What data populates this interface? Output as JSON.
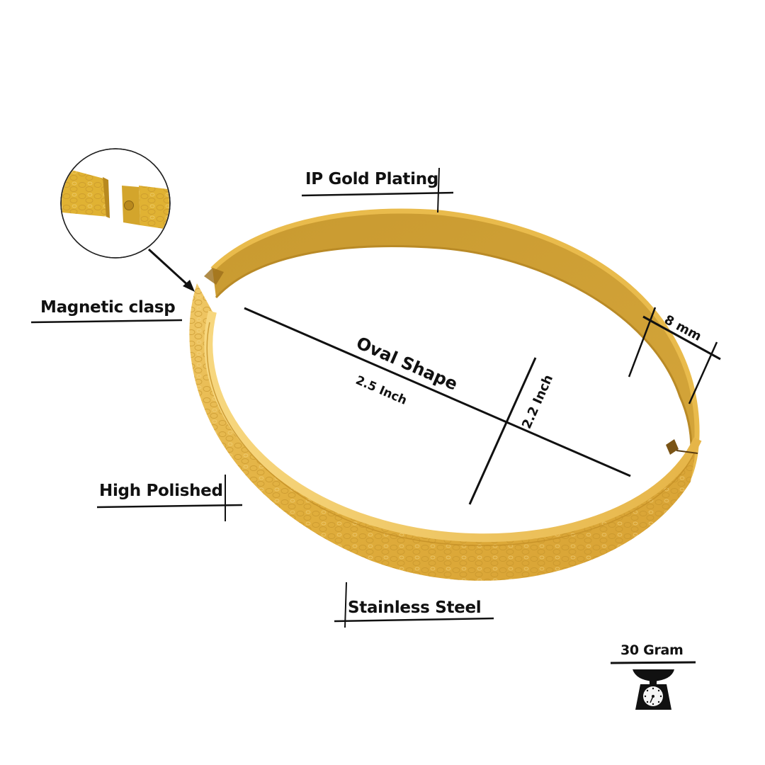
{
  "product": {
    "type": "Gold bangle bracelet infographic",
    "colors": {
      "gold_light": "#f3c95a",
      "gold_mid": "#d9a93a",
      "gold_dark": "#b8862a",
      "inner_gold": "#cfa034",
      "line": "#111111",
      "background": "#ffffff"
    }
  },
  "callouts": {
    "ip_gold_plating": "IP Gold Plating",
    "magnetic_clasp": "Magnetic clasp",
    "oval_shape": "Oval Shape",
    "length": "2.5 Inch",
    "height": "2.2 Inch",
    "width": "8 mm",
    "high_polished": "High Polished",
    "stainless_steel": "Stainless Steel",
    "weight": "30 Gram"
  },
  "icons": {
    "clasp_zoom": "magnifier-circle",
    "weight": "scale-icon"
  }
}
